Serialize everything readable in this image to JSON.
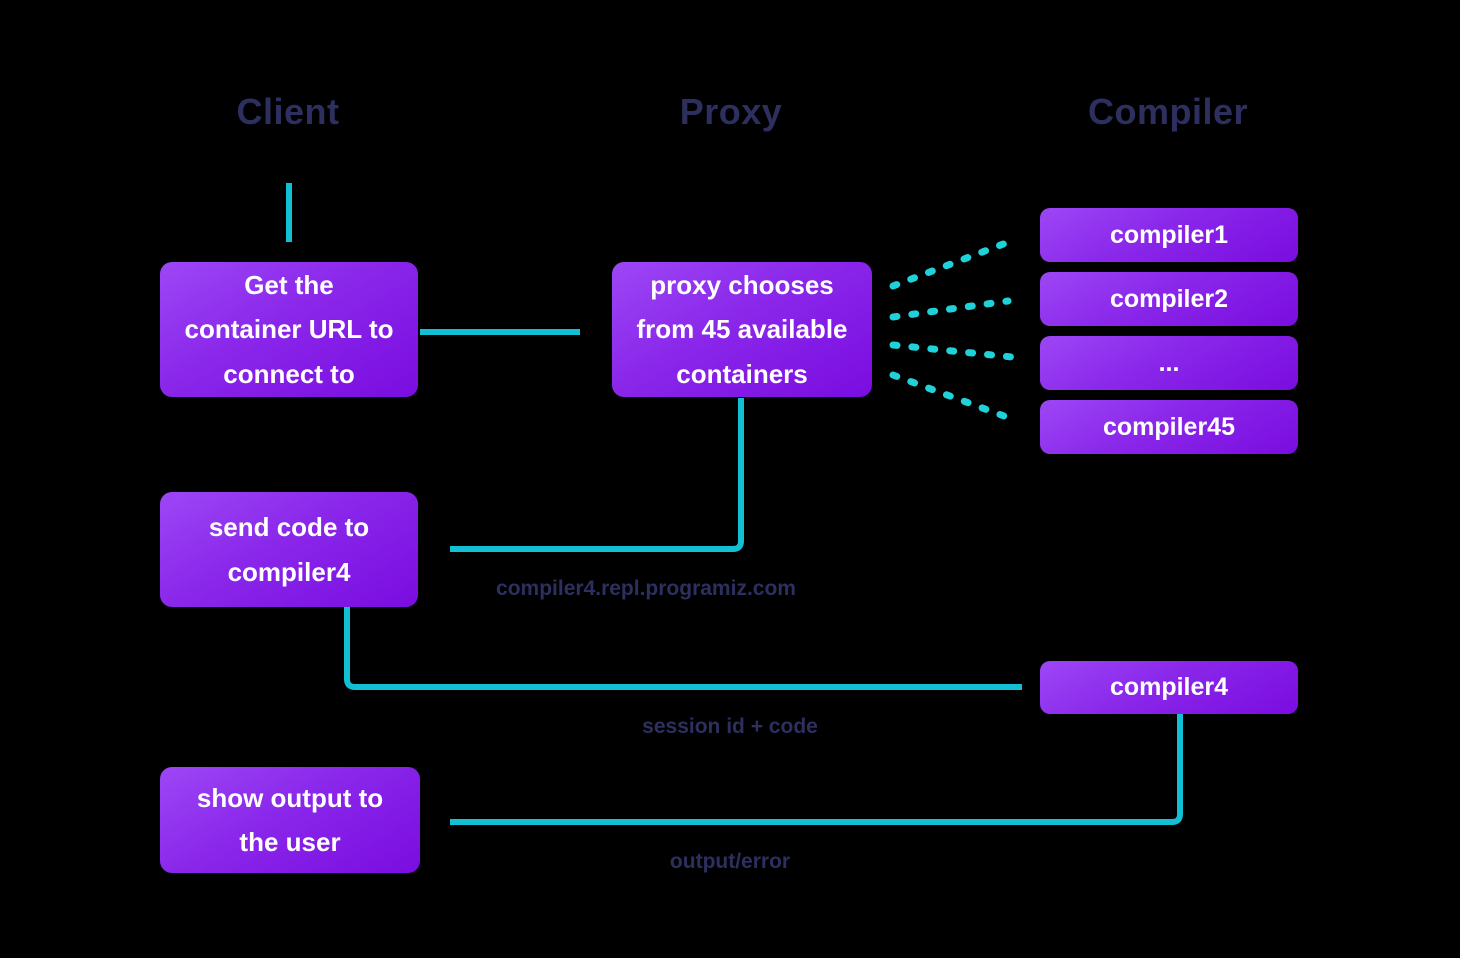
{
  "diagram": {
    "title": "code execution flow diagram",
    "columns": [
      {
        "id": "client",
        "label": "Client"
      },
      {
        "id": "proxy",
        "label": "Proxy"
      },
      {
        "id": "compiler",
        "label": "Compiler"
      }
    ],
    "nodes": {
      "get_url": {
        "text": "Get the\ncontainer URL to\nconnect to"
      },
      "proxy_chooses": {
        "text": "proxy chooses\nfrom 45 available\ncontainers"
      },
      "compiler_list": [
        "compiler1",
        "compiler2",
        "...",
        "compiler45"
      ],
      "send_code": {
        "text": "send code to\ncompiler4"
      },
      "compiler4": {
        "text": "compiler4"
      },
      "show_output": {
        "text": "show output to\nthe user"
      }
    },
    "edge_labels": {
      "container_url": "compiler4.repl.programiz.com",
      "session": "session id + code",
      "output": "output/error"
    },
    "colors": {
      "background": "#000000",
      "node_gradient_start": "#9d47f6",
      "node_gradient_end": "#7a0ce0",
      "node_text": "#ffffff",
      "heading_text": "#2d2f5f",
      "arrow_solid": "#12c0d3",
      "arrow_dashed": "#1fd2da"
    }
  }
}
